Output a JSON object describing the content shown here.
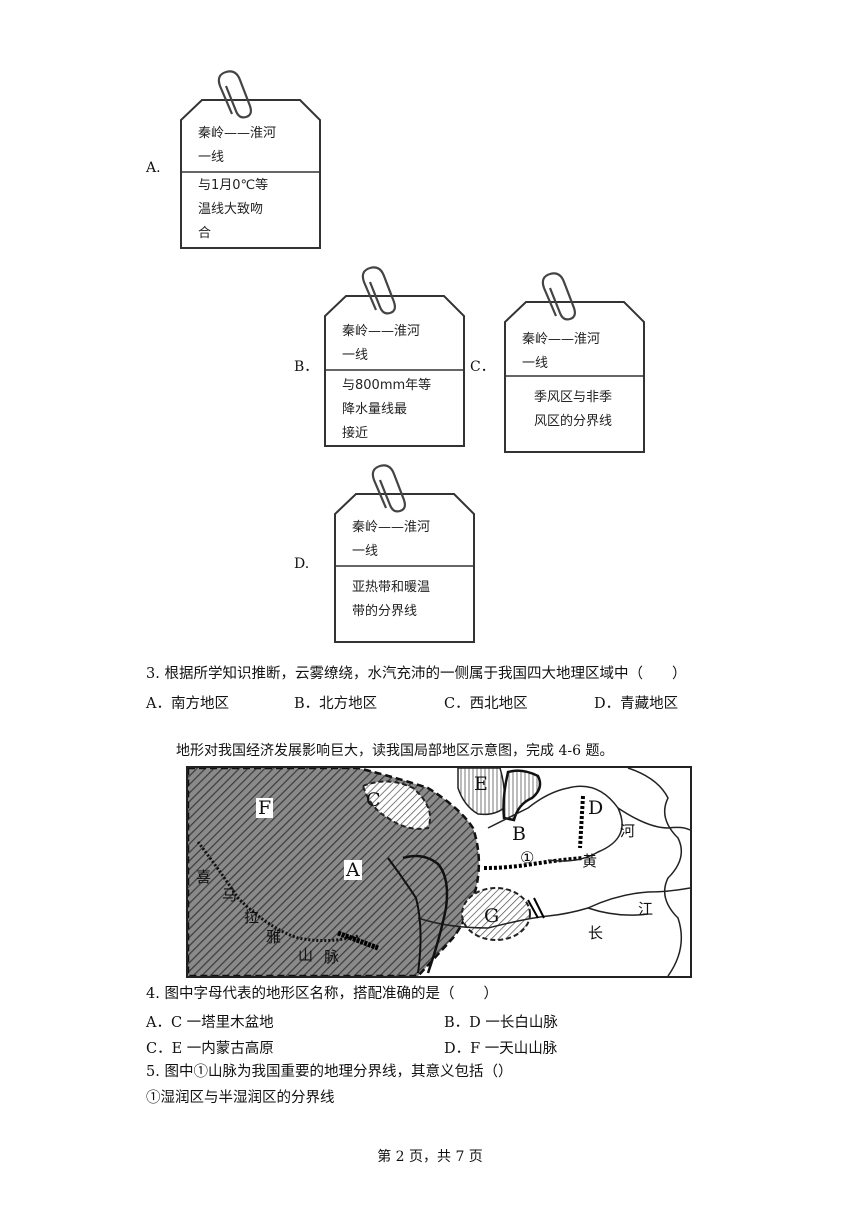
{
  "tags": [
    {
      "letter": "A.",
      "title1": "秦岭——淮河",
      "title2": "一线",
      "body": [
        "与1月0℃等",
        "温线大致吻",
        "合"
      ]
    },
    {
      "letter": "B．",
      "title1": "秦岭——淮河",
      "title2": "一线",
      "body": [
        "与800mm年等",
        "降水量线最",
        "接近"
      ]
    },
    {
      "letter": "C．",
      "title1": "秦岭——淮河",
      "title2": "一线",
      "body": [
        "季风区与非季",
        "风区的分界线"
      ]
    },
    {
      "letter": "D.",
      "title1": "秦岭——淮河",
      "title2": "一线",
      "body": [
        "亚热带和暖温",
        "带的分界线"
      ]
    }
  ],
  "q3": {
    "stem": "3. 根据所学知识推断，云雾缭绕，水汽充沛的一侧属于我国四大地理区域中（　　）",
    "options": [
      "A．南方地区",
      "B．北方地区",
      "C．西北地区",
      "D．青藏地区"
    ]
  },
  "intro": "地形对我国经济发展影响巨大，读我国局部地区示意图，完成 4-6 题。",
  "map": {
    "letters": [
      "F",
      "C",
      "E",
      "D",
      "B",
      "A",
      "G"
    ],
    "circled": "①",
    "himalaya_chars": [
      "喜",
      "马",
      "拉",
      "雅",
      "山",
      "脉"
    ],
    "river_chars": [
      "河",
      "黄",
      "江",
      "长"
    ]
  },
  "q4": {
    "stem": "4. 图中字母代表的地形区名称，搭配准确的是（　　）",
    "options": [
      "A．C 一塔里木盆地",
      "B．D 一长白山脉",
      "C．E 一内蒙古高原",
      "D．F 一天山山脉"
    ]
  },
  "q5": {
    "stem": "5. 图中①山脉为我国重要的地理分界线，其意义包括（）",
    "line1": "①湿润区与半湿润区的分界线"
  },
  "footer": "第 2 页，共 7 页"
}
